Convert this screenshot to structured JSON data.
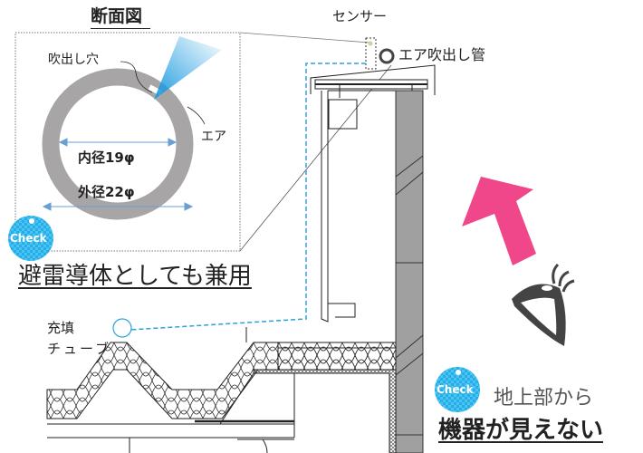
{
  "section": {
    "title": "断面図",
    "blow_hole_label": "吹出し穴",
    "air_label": "エア",
    "inner_diameter": "内径19φ",
    "outer_diameter": "外径22φ"
  },
  "labels": {
    "sensor": "センサー",
    "air_tube": "エア吹出し管",
    "fill_tube_line1": "充填",
    "fill_tube_line2": "チューブ"
  },
  "badges": [
    {
      "text": "Check",
      "caption": "避雷導体としても兼用"
    },
    {
      "text": "Check",
      "caption_line1": "地上部から",
      "caption_line2": "機器が見えない"
    }
  ],
  "colors": {
    "accent_blue": "#29a3de",
    "arrow_pink": "#f0468a",
    "ring_gray": "#a7a5a5",
    "wall_gray": "#a0a0a0"
  }
}
